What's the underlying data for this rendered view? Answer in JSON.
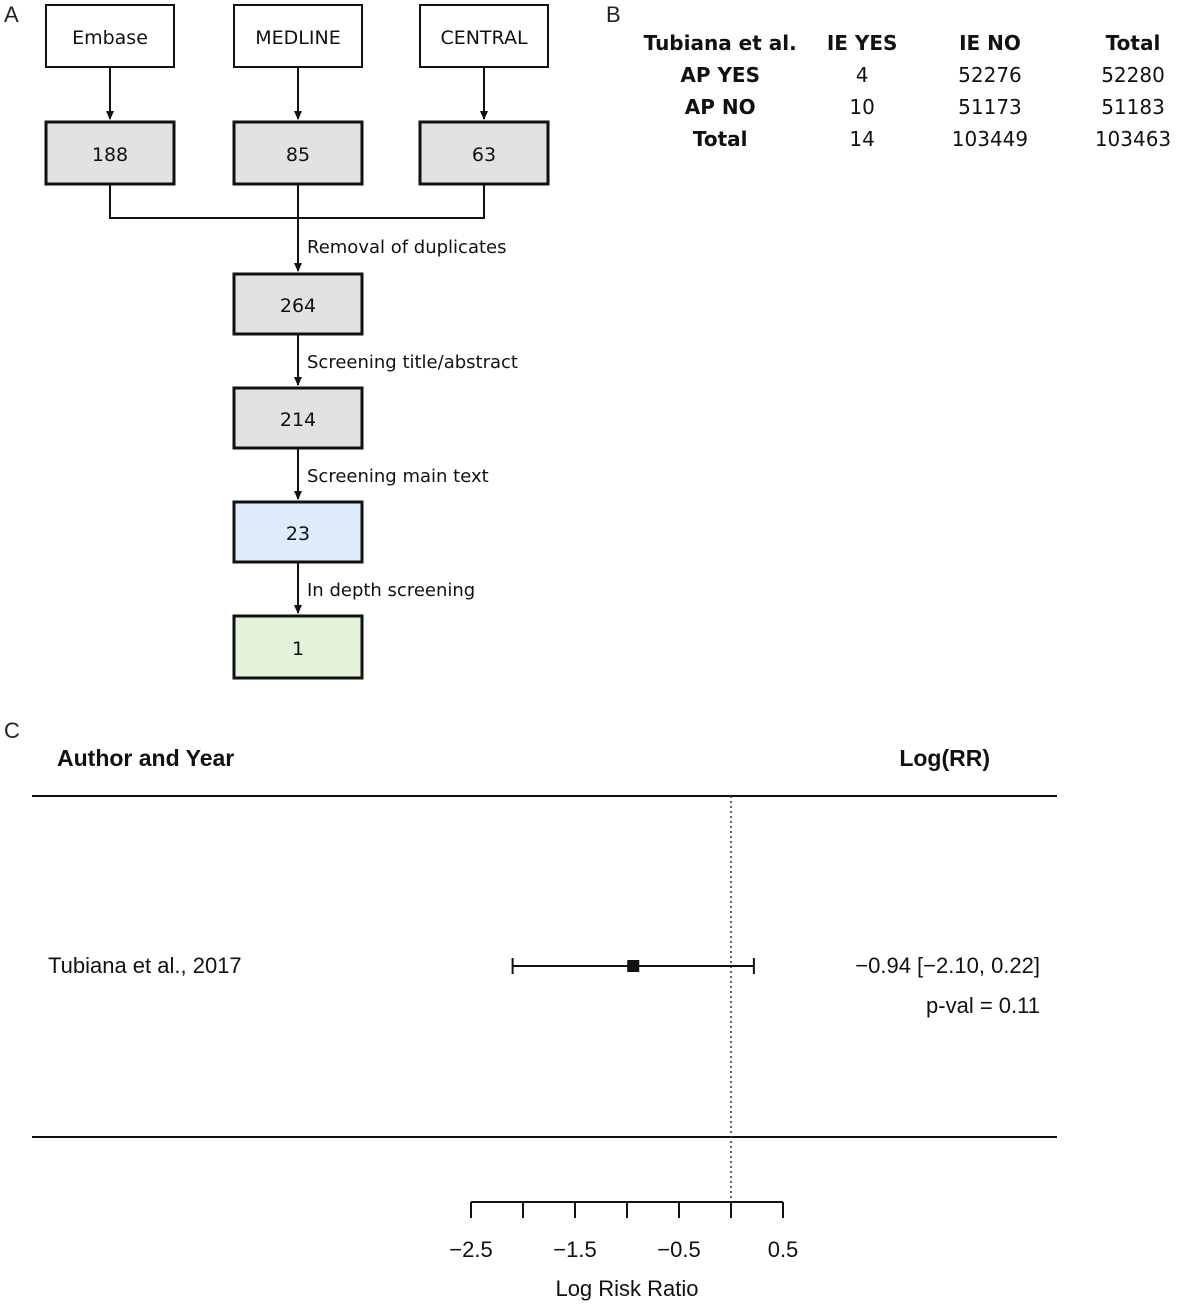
{
  "panels": {
    "a": "A",
    "b": "B",
    "c": "C"
  },
  "flow": {
    "sources": [
      {
        "label": "Embase",
        "count": "188"
      },
      {
        "label": "MEDLINE",
        "count": "85"
      },
      {
        "label": "CENTRAL",
        "count": "63"
      }
    ],
    "steps": [
      {
        "label": "Removal of duplicates",
        "count": "264",
        "color": "#e2e2e2"
      },
      {
        "label": "Screening title/abstract",
        "count": "214",
        "color": "#e2e2e2"
      },
      {
        "label": "Screening main text",
        "count": "23",
        "color": "#ddebfa"
      },
      {
        "label": "In depth screening",
        "count": "1",
        "color": "#e3f3da"
      }
    ]
  },
  "table": {
    "header": [
      "Tubiana et al.",
      "IE YES",
      "IE NO",
      "Total"
    ],
    "rows": [
      [
        "AP YES",
        "4",
        "52276",
        "52280"
      ],
      [
        "AP NO",
        "10",
        "51173",
        "51183"
      ],
      [
        "Total",
        "14",
        "103449",
        "103463"
      ]
    ]
  },
  "chart_data": {
    "type": "forest",
    "col_left": "Author and Year",
    "col_right": "Log(RR)",
    "studies": [
      {
        "label": "Tubiana et al., 2017",
        "estimate": -0.94,
        "ci_low": -2.1,
        "ci_high": 0.22,
        "text": "−0.94 [−2.10, 0.22]",
        "pval": "p-val = 0.11"
      }
    ],
    "reference_line": 0,
    "xlim": [
      -2.5,
      0.5
    ],
    "x_ticks": [
      -2.5,
      -2.0,
      -1.5,
      -1.0,
      -0.5,
      0.0,
      0.5
    ],
    "x_tick_labels": [
      "−2.5",
      "",
      "−1.5",
      "",
      "−0.5",
      "",
      "0.5"
    ],
    "xlabel": "Log Risk Ratio"
  }
}
